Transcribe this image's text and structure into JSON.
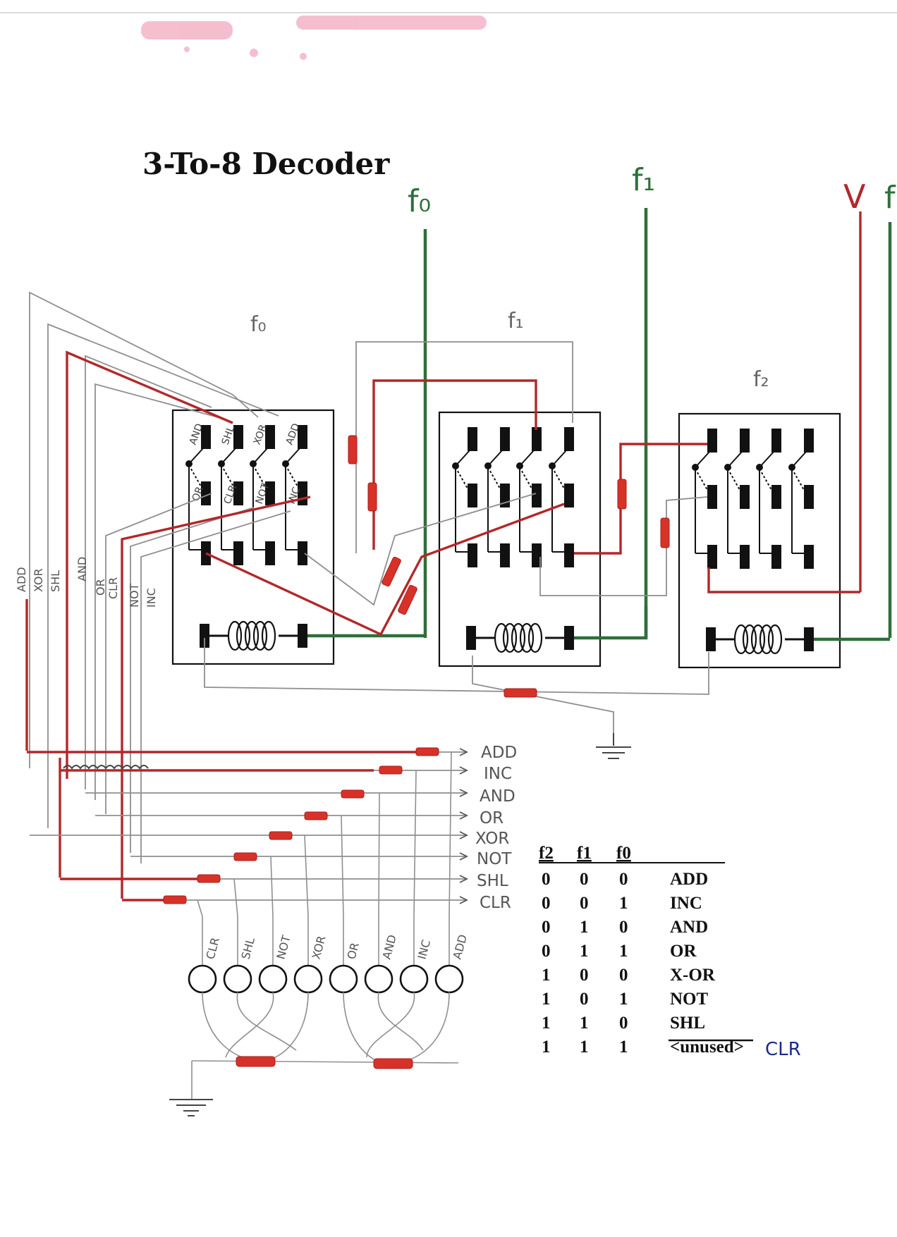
{
  "title": "3-To-8 Decoder",
  "inputs": {
    "f0": "f₀",
    "f1": "f₁",
    "v": "V",
    "f2_partial": "f"
  },
  "relays": [
    {
      "label": "f₀",
      "contacts": [
        "AND",
        "SHL",
        "XOR",
        "ADD",
        "OR",
        "CLR",
        "NOT",
        "INC"
      ]
    },
    {
      "label": "f₁"
    },
    {
      "label": "f₂"
    }
  ],
  "left_bus_labels": [
    "ADD",
    "XOR",
    "SHL",
    "AND",
    "OR",
    "CLR",
    "NOT",
    "INC"
  ],
  "outputs": [
    "ADD",
    "INC",
    "AND",
    "OR",
    "XOR",
    "NOT",
    "SHL",
    "CLR"
  ],
  "lamps": [
    "CLR",
    "SHL",
    "NOT",
    "XOR",
    "OR",
    "AND",
    "INC",
    "ADD"
  ],
  "truth_table": {
    "headers": [
      "f2",
      "f1",
      "f0"
    ],
    "rows": [
      {
        "bits": [
          "0",
          "0",
          "0"
        ],
        "op": "ADD"
      },
      {
        "bits": [
          "0",
          "0",
          "1"
        ],
        "op": "INC"
      },
      {
        "bits": [
          "0",
          "1",
          "0"
        ],
        "op": "AND"
      },
      {
        "bits": [
          "0",
          "1",
          "1"
        ],
        "op": "OR"
      },
      {
        "bits": [
          "1",
          "0",
          "0"
        ],
        "op": "X-OR"
      },
      {
        "bits": [
          "1",
          "0",
          "1"
        ],
        "op": "NOT"
      },
      {
        "bits": [
          "1",
          "1",
          "0"
        ],
        "op": "SHL"
      },
      {
        "bits": [
          "1",
          "1",
          "1"
        ],
        "op": "<unused>",
        "note": "CLR"
      }
    ]
  },
  "colors": {
    "red_wire": "#b3272a",
    "green_wire": "#2f6f3a",
    "grey_wire": "#8f8f8f",
    "note_ink": "#1b2a8c",
    "smudge": "#ee8aa8"
  }
}
